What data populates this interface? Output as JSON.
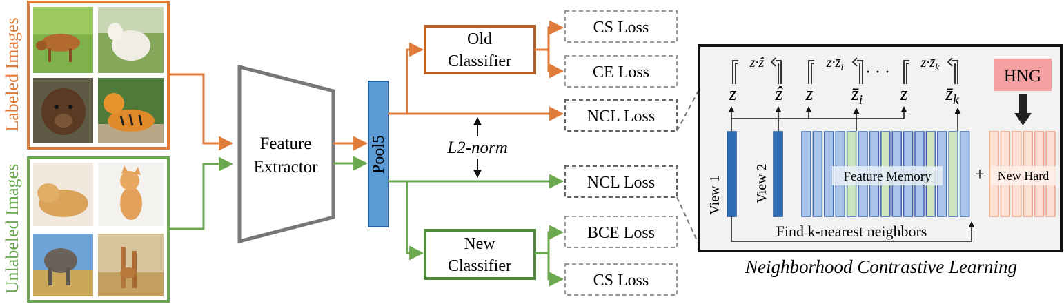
{
  "labeled": {
    "label": "Labeled Images",
    "images": [
      "cow",
      "sheep",
      "bear",
      "tiger"
    ]
  },
  "unlabeled": {
    "label": "Unlabeled Images",
    "images": [
      "dog",
      "cat",
      "elephant",
      "giraffes"
    ]
  },
  "extractor": {
    "line1": "Feature",
    "line2": "Extractor"
  },
  "pool": {
    "label": "Pool5"
  },
  "norm": {
    "label": "L2-norm"
  },
  "old_classifier": {
    "line1": "Old",
    "line2": "Classifier"
  },
  "new_classifier": {
    "line1": "New",
    "line2": "Classifier"
  },
  "losses": {
    "cs_top": "CS Loss",
    "ce": "CE Loss",
    "ncl_top": "NCL Loss",
    "ncl_bottom": "NCL Loss",
    "bce": "BCE Loss",
    "cs_bottom": "CS Loss"
  },
  "ncl_panel": {
    "caption": "Neighborhood Contrastive Learning",
    "view1": "View 1",
    "view2": "View 2",
    "memory": "Feature Memory",
    "plus": "+",
    "new_hard": "New Hard",
    "hng": "HNG",
    "find": "Find k-nearest neighbors",
    "z": "z",
    "zhat": "ẑ",
    "zbar_i": "z̄",
    "zbar_k": "z̄",
    "sub_i": "i",
    "sub_k": "k",
    "dots": "· · ·",
    "prod1": "z·ẑ",
    "prod2": "z·z̄",
    "prod3": "z·z̄"
  },
  "colors": {
    "orange": "#E07B39",
    "green": "#6BA84F",
    "dark_orange": "#B85F25",
    "dark_green": "#4E8A3A",
    "pool_fill": "#5A9BD5",
    "pool_stroke": "#2E5F99",
    "mem_blue": "#A9C4E8",
    "mem_green": "#CDE6C0",
    "view_blue": "#2E6DB4",
    "hard_fill": "#FCE0D4",
    "hard_stroke": "#E9A68A",
    "hng_fill": "#F4A0A0",
    "gray": "#777777",
    "panel_fill": "#F2F2F2"
  }
}
